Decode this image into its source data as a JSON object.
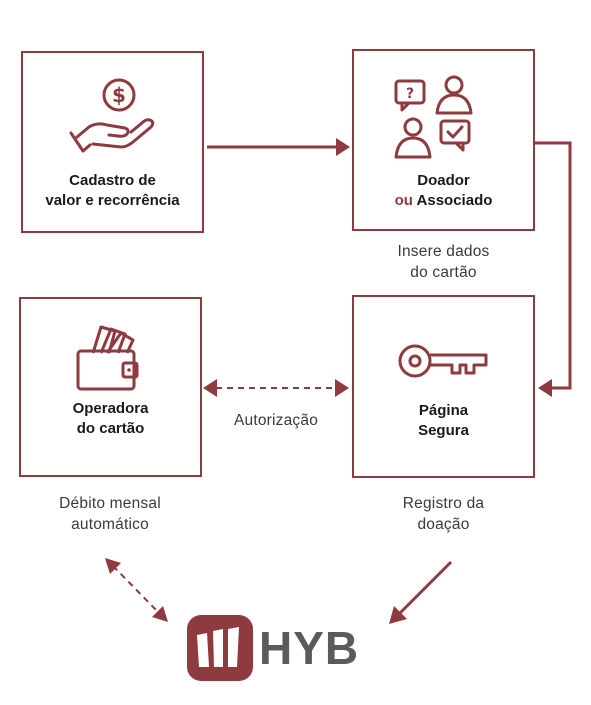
{
  "nodes": {
    "cadastro": {
      "line1": "Cadastro de",
      "line2": "valor e recorrência"
    },
    "doador": {
      "line1": "Doador",
      "line2_accent": "ou",
      "line2_rest": " Associado"
    },
    "operadora": {
      "line1": "Operadora",
      "line2": "do cartão"
    },
    "pagina": {
      "line1": "Página",
      "line2": "Segura"
    }
  },
  "captions": {
    "insere_line1": "Insere dados",
    "insere_line2": "do cartão",
    "autorizacao": "Autorização",
    "debito_line1": "Débito mensal",
    "debito_line2": "automático",
    "registro_line1": "Registro da",
    "registro_line2": "doação"
  },
  "logo": {
    "wordmark": "HYB"
  },
  "colors": {
    "accent": "#8e3a3f",
    "text": "#1a1a1a",
    "logo_gray": "#5b5b5b"
  },
  "icons": [
    "money-hand-icon",
    "people-chat-icon",
    "wallet-cards-icon",
    "key-icon",
    "hyb-logo-icon"
  ]
}
